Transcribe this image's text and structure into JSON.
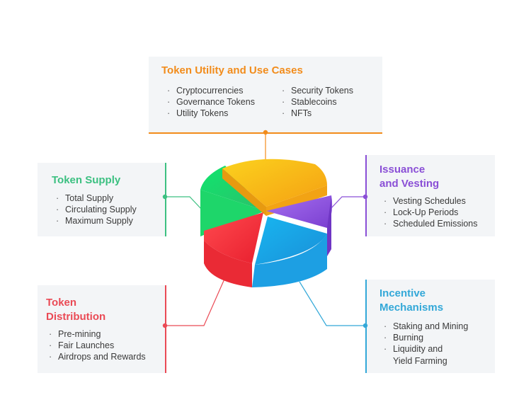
{
  "diagram": {
    "sections": {
      "utility": {
        "title": "Token Utility and Use Cases",
        "col1": [
          "Cryptocurrencies",
          "Governance Tokens",
          "Utility Tokens"
        ],
        "col2": [
          "Security Tokens",
          "Stablecoins",
          "NFTs"
        ],
        "color": "#f28c1b"
      },
      "supply": {
        "title": "Token Supply",
        "items": [
          "Total Supply",
          "Circulating Supply",
          "Maximum Supply"
        ],
        "color": "#3cc081"
      },
      "issuance": {
        "title": "Issuance\nand Vesting",
        "items": [
          "Vesting Schedules",
          "Lock-Up Periods",
          "Scheduled Emissions"
        ],
        "color": "#8a4fd6"
      },
      "distribution": {
        "title": "Token\nDistribution",
        "items": [
          "Pre-mining",
          "Fair Launches",
          "Airdrops and Rewards"
        ],
        "color": "#ea4a55"
      },
      "incentive": {
        "title": "Incentive\nMechanisms",
        "items": [
          "Staking and Mining",
          "Burning",
          "Liquidity and\nYield Farming"
        ],
        "color": "#33a8d8"
      }
    },
    "bullet": "·",
    "slice_colors": {
      "yellow": "#f7b218",
      "purple": "#8a52d8",
      "blue": "#1e9fe0",
      "red": "#ec2b37",
      "green": "#22d163"
    }
  }
}
